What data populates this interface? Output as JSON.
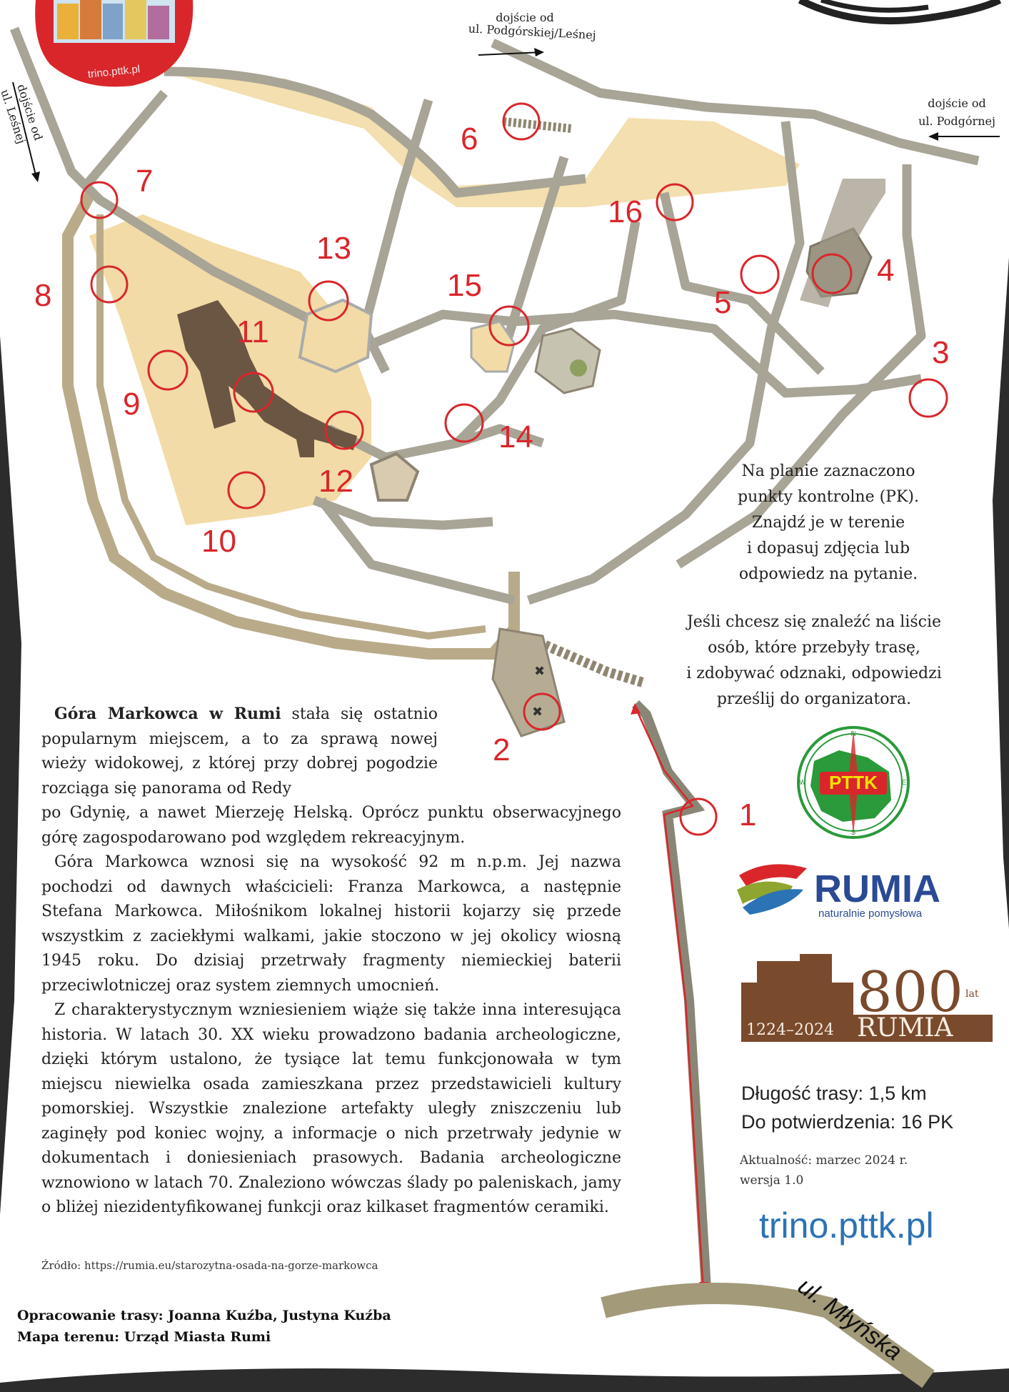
{
  "map": {
    "access_labels": {
      "podgorska_lesna": [
        "dojście od",
        "ul. Podgórskiej/Leśnej"
      ],
      "podgorna": [
        "dojście od",
        "ul. Podgórnej"
      ],
      "lesna": [
        "dojście od",
        "ul. Leśnej"
      ],
      "mlynska": "ul. Młyńska"
    },
    "checkpoints": [
      "1",
      "2",
      "3",
      "4",
      "5",
      "6",
      "7",
      "8",
      "9",
      "10",
      "11",
      "12",
      "13",
      "14",
      "15",
      "16"
    ],
    "colors": {
      "checkpoint": "#d9262b",
      "path": "#a8a496",
      "path_alt": "#b9ab8a",
      "terrain": "#f2dba6",
      "pavilion": "#cfcfcf"
    }
  },
  "logo_top_left": {
    "text": "trino.pttk.pl"
  },
  "instructions": {
    "block1": [
      "Na planie zaznaczono",
      "punkty kontrolne (PK).",
      "Znajdź je w terenie",
      "i dopasuj zdjęcia lub",
      "odpowiedz na pytanie."
    ],
    "block2": [
      "Jeśli chcesz się znaleźć na liście",
      "osób, które przebyły trasę,",
      "i zdobywać odznaki, odpowiedzi",
      "prześlij do organizatora."
    ]
  },
  "story": {
    "title": "Góra Markowca w Rumi",
    "p1_rest": "stała się ostatnio popularnym miejscem, a to za sprawą nowej wieży widokowej, z której przy dobrej pogodzie rozciąga się panorama od Redy",
    "p1_tail": "po Gdynię, a nawet Mierzeję Helską. Oprócz punktu obserwacyjnego górę zagospodarowano pod względem rekreacyjnym.",
    "p2": "Góra Markowca wznosi się na wysokość 92 m n.p.m. Jej nazwa pochodzi od dawnych właścicieli: Franza Markowca, a następnie Stefana Markowca. Miłośnikom lokalnej historii kojarzy się przede wszystkim z zaciekłymi walkami, jakie stoczono w jej okolicy wiosną 1945 roku.  Do dzisiaj przetrwały fragmenty niemieckiej baterii przeciwlotniczej oraz system ziemnych umocnień.",
    "p3": "Z charakterystycznym wzniesieniem wiąże się także inna interesująca historia. W latach 30. XX wieku prowadzono badania archeologiczne, dzięki którym ustalono, że  tysiące lat temu funkcjonowała w tym miejscu niewielka osada zamieszkana przez przedstawicieli kultury pomorskiej.  Wszystkie znalezione artefakty uległy zniszczeniu lub zaginęły pod koniec wojny, a informacje o nich przetrwały jedynie w dokumentach i doniesieniach prasowych. Badania archeologiczne wznowiono w latach 70. Znaleziono wówczas ślady po paleniskach, jamy o bliżej  niezidentyfikowanej funkcji oraz kilkaset fragmentów ceramiki."
  },
  "source": "Źródło: https://rumia.eu/starozytna-osada-na-gorze-markowca",
  "credits": [
    "Opracowanie trasy: Joanna Kuźba, Justyna Kuźba",
    "Mapa terenu: Urząd Miasta Rumi"
  ],
  "pttk_logo": {
    "text": "PTTK",
    "compass": [
      "N",
      "E",
      "S",
      "W"
    ]
  },
  "rumia_logo": {
    "name": "RUMIA",
    "tagline": "naturalnie pomysłowa"
  },
  "jubilee_logo": {
    "number": "800",
    "unit": "lat",
    "years": "1224–2024",
    "name": "RUMIA"
  },
  "route": {
    "length": "Długość trasy: 1,5 km",
    "confirm": "Do potwierdzenia: 16 PK"
  },
  "version": [
    "Aktualność: marzec 2024 r.",
    "wersja 1.0"
  ],
  "website": "trino.pttk.pl"
}
